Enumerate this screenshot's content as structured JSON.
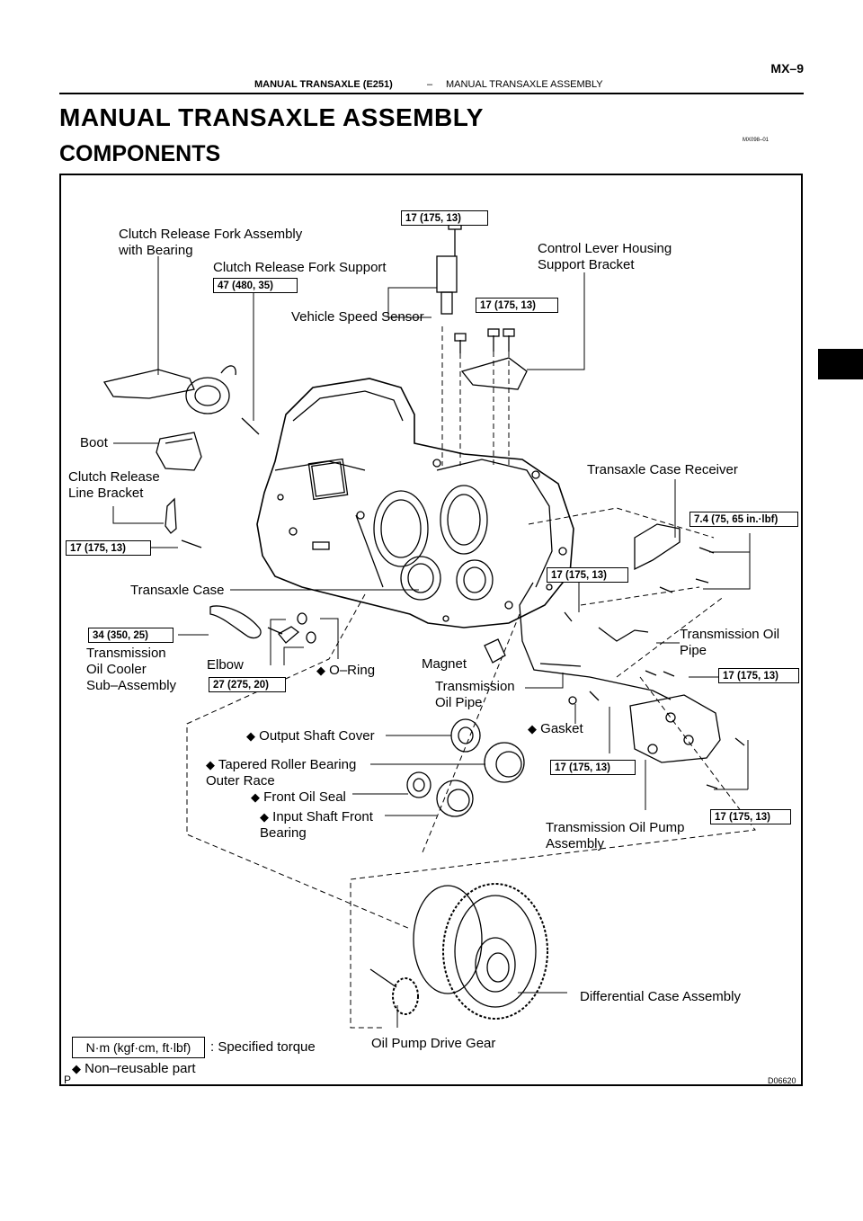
{
  "header": {
    "section": "MANUAL TRANSAXLE (E251)",
    "separator": "–",
    "subsection": "MANUAL TRANSAXLE ASSEMBLY",
    "page": "MX–9"
  },
  "title": "MANUAL TRANSAXLE ASSEMBLY",
  "subtitle": "COMPONENTS",
  "doc_id": "MX098–01",
  "figure": {
    "prefix": "P",
    "code": "D06620",
    "labels": {
      "clutch_fork": "Clutch Release Fork Assembly\nwith Bearing",
      "fork_support": "Clutch Release Fork Support",
      "control_bracket": "Control Lever Housing\nSupport Bracket",
      "speed_sensor": "Vehicle Speed Sensor",
      "boot": "Boot",
      "line_bracket": "Clutch Release\nLine Bracket",
      "case_receiver": "Transaxle Case Receiver",
      "transaxle_case": "Transaxle Case",
      "oil_cooler": "Transmission\nOil Cooler\nSub–Assembly",
      "elbow": "Elbow",
      "oring": "O–Ring",
      "magnet": "Magnet",
      "oil_pipe_right": "Transmission Oil\nPipe",
      "oil_pipe_center": "Transmission\nOil Pipe",
      "gasket": "Gasket",
      "output_cover": "Output Shaft Cover",
      "roller_race": "Tapered Roller Bearing\nOuter Race",
      "front_seal": "Front Oil Seal",
      "input_bearing": "Input Shaft Front\nBearing",
      "oil_pump": "Transmission Oil Pump\nAssembly",
      "diff_case": "Differential Case Assembly",
      "pump_gear": "Oil Pump Drive Gear"
    },
    "torques": {
      "t_top": "17 (175, 13)",
      "t_fork": "47 (480, 35)",
      "t_sensor": "17 (175, 13)",
      "t_bracket": "17 (175, 13)",
      "t_receiver": "7.4 (75, 65 in.·lbf)",
      "t_case": "17 (175, 13)",
      "t_cooler": "34 (350, 25)",
      "t_elbow": "27 (275, 20)",
      "t_pipe": "17 (175, 13)",
      "t_gasket": "17 (175, 13)",
      "t_pump": "17 (175, 13)"
    },
    "legend": {
      "torque_unit": "N·m (kgf·cm, ft·lbf)",
      "torque_text": ": Specified torque",
      "nonreuse_symbol": "◆",
      "nonreuse_text": "Non–reusable part"
    }
  }
}
